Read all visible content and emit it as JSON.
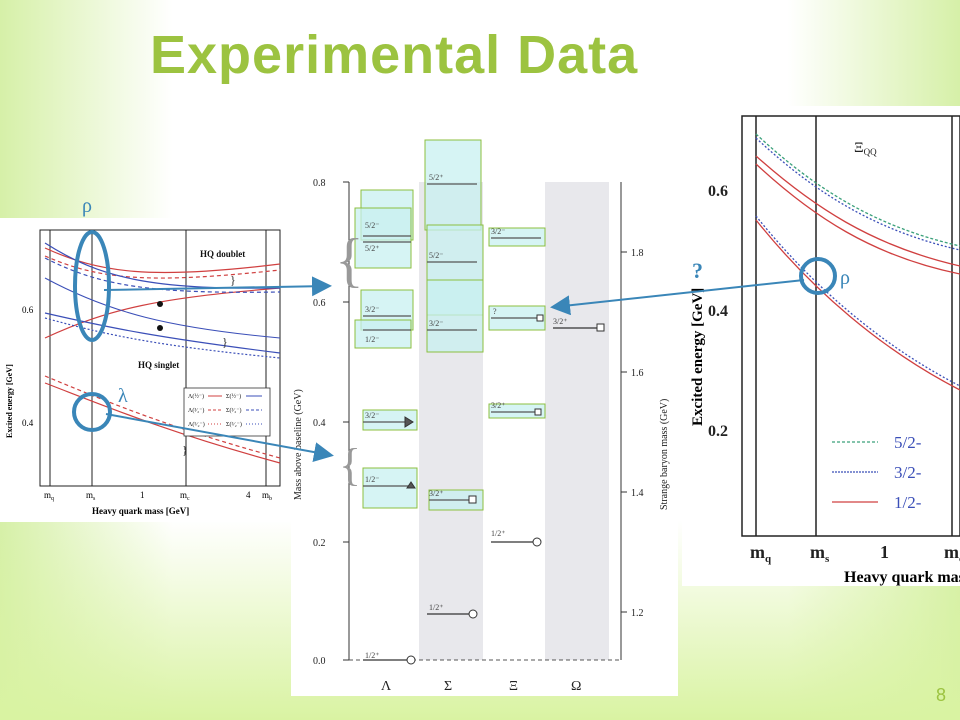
{
  "slide": {
    "title": "Experimental Data",
    "slide_number": "8"
  },
  "left_plot": {
    "ylabel": "Excited energy [GeV]",
    "xlabel": "Heavy quark mass [GeV]",
    "yticks": [
      "0.6",
      "0.4"
    ],
    "xticks": [
      "m",
      "m",
      "1",
      "m",
      "4",
      "m"
    ],
    "xtick_subs": [
      "q",
      "s",
      "",
      "c",
      "",
      "b"
    ],
    "label_doublet": "HQ doublet",
    "label_singlet": "HQ singlet",
    "legend": [
      "Λ(½⁻)",
      "Σ(½⁻)",
      "Λ(³⁄₂⁻)",
      "Σ(³⁄₂⁻)",
      "Λ(⁵⁄₂⁻)",
      "Σ(⁵⁄₂⁻)"
    ]
  },
  "center_plot": {
    "ylabel_left": "Mass above baseline (GeV)",
    "ylabel_right": "Strange baryon mass (GeV)",
    "yticks_left": [
      "0.8",
      "0.6",
      "0.4",
      "0.2",
      "0.0"
    ],
    "yticks_right": [
      "1.8",
      "1.6",
      "1.4",
      "1.2"
    ],
    "columns": [
      "Λ",
      "Σ",
      "Ξ",
      "Ω"
    ],
    "level_labels": {
      "lambda": [
        "5/2⁻",
        "5/2⁺",
        "3/2⁻",
        "1/2⁻",
        "3/2⁻",
        "1/2⁻",
        "1/2⁺"
      ],
      "sigma": [
        "5/2⁺",
        "5/2⁻",
        "3/2⁻",
        "3/2⁺",
        "1/2⁺"
      ],
      "xi": [
        "3/2⁻",
        "?",
        "3/2⁺",
        "1/2⁺"
      ],
      "omega": [
        "3/2⁺"
      ]
    }
  },
  "right_plot": {
    "label": "Ξ",
    "label_sub": "QQ",
    "ylabel": "Excited energy [GeV]",
    "xlabel": "Heavy quark mass",
    "yticks": [
      "0.6",
      "0.4",
      "0.2"
    ],
    "xticks": [
      "m",
      "m",
      "1",
      "m"
    ],
    "xtick_subs": [
      "q",
      "s",
      "",
      "c"
    ],
    "legend": [
      "5/2-",
      "3/2-",
      "1/2-"
    ]
  },
  "annotations": {
    "rho_left": "ρ",
    "lambda_left": "λ",
    "rho_right": "ρ",
    "question": "?"
  },
  "colors": {
    "title": "#9cc340",
    "arrow": "#3a86b8",
    "highlight_fill": "#c8f0f0",
    "highlight_border": "#8cbf3f",
    "red_curve": "#d04040",
    "blue_curve": "#3b4fb8",
    "green_curve": "#3aa07a"
  }
}
